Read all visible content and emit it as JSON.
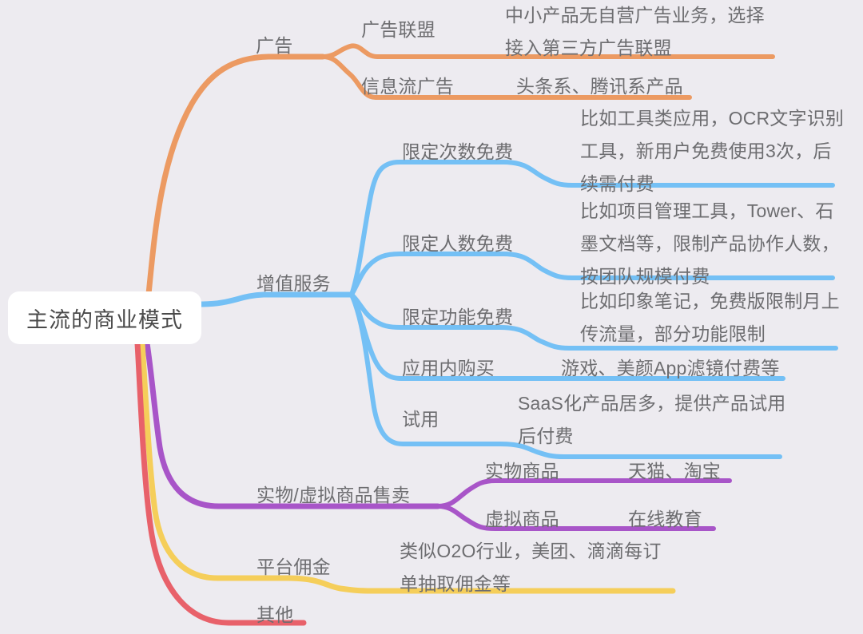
{
  "background_color": "#edebf0",
  "root": {
    "label": "主流的商业模式",
    "box_color": "#ffffff",
    "text_color": "#4a4a4a"
  },
  "branch_colors": {
    "advertising": "#ec9a62",
    "value_added": "#74c0f5",
    "goods": "#a855c8",
    "commission": "#f5ce5a",
    "other": "#e8616a"
  },
  "branches": [
    {
      "id": "advertising",
      "label": "广告",
      "color": "#ec9a62",
      "children": [
        {
          "label": "广告联盟",
          "description": "中小产品无自营广告业务，选择\n接入第三方广告联盟"
        },
        {
          "label": "信息流广告",
          "description": "头条系、腾讯系产品"
        }
      ]
    },
    {
      "id": "value-added-services",
      "label": "增值服务",
      "color": "#74c0f5",
      "children": [
        {
          "label": "限定次数免费",
          "description": "比如工具类应用，OCR文字识别\n工具，新用户免费使用3次，后\n续需付费"
        },
        {
          "label": "限定人数免费",
          "description": "比如项目管理工具，Tower、石\n墨文档等，限制产品协作人数，\n按团队规模付费"
        },
        {
          "label": "限定功能免费",
          "description": "比如印象笔记，免费版限制月上\n传流量，部分功能限制"
        },
        {
          "label": "应用内购买",
          "description": "游戏、美颜App滤镜付费等"
        },
        {
          "label": "试用",
          "description": "SaaS化产品居多，提供产品试用\n后付费"
        }
      ]
    },
    {
      "id": "physical-virtual-goods",
      "label": "实物/虚拟商品售卖",
      "color": "#a855c8",
      "children": [
        {
          "label": "实物商品",
          "description": "天猫、淘宝"
        },
        {
          "label": "虚拟商品",
          "description": "在线教育"
        }
      ]
    },
    {
      "id": "platform-commission",
      "label": "平台佣金",
      "color": "#f5ce5a",
      "children": [
        {
          "label": "",
          "description": "类似O2O行业，美团、滴滴每订\n单抽取佣金等"
        }
      ]
    },
    {
      "id": "other",
      "label": "其他",
      "color": "#e8616a",
      "children": []
    }
  ],
  "labels": {
    "advertising": "广告",
    "ad_alliance": "广告联盟",
    "ad_alliance_desc": "中小产品无自营广告业务，选择\n接入第三方广告联盟",
    "feed_ads": "信息流广告",
    "feed_ads_desc": "头条系、腾讯系产品",
    "value_added": "增值服务",
    "limited_count": "限定次数免费",
    "limited_count_desc": "比如工具类应用，OCR文字识别\n工具，新用户免费使用3次，后\n续需付费",
    "limited_seats": "限定人数免费",
    "limited_seats_desc": "比如项目管理工具，Tower、石\n墨文档等，限制产品协作人数，\n按团队规模付费",
    "limited_features": "限定功能免费",
    "limited_features_desc": "比如印象笔记，免费版限制月上\n传流量，部分功能限制",
    "in_app_purchase": "应用内购买",
    "in_app_purchase_desc": "游戏、美颜App滤镜付费等",
    "trial": "试用",
    "trial_desc": "SaaS化产品居多，提供产品试用\n后付费",
    "goods_sales": "实物/虚拟商品售卖",
    "physical_goods": "实物商品",
    "physical_goods_desc": "天猫、淘宝",
    "virtual_goods": "虚拟商品",
    "virtual_goods_desc": "在线教育",
    "commission": "平台佣金",
    "commission_desc": "类似O2O行业，美团、滴滴每订\n单抽取佣金等",
    "other": "其他"
  }
}
